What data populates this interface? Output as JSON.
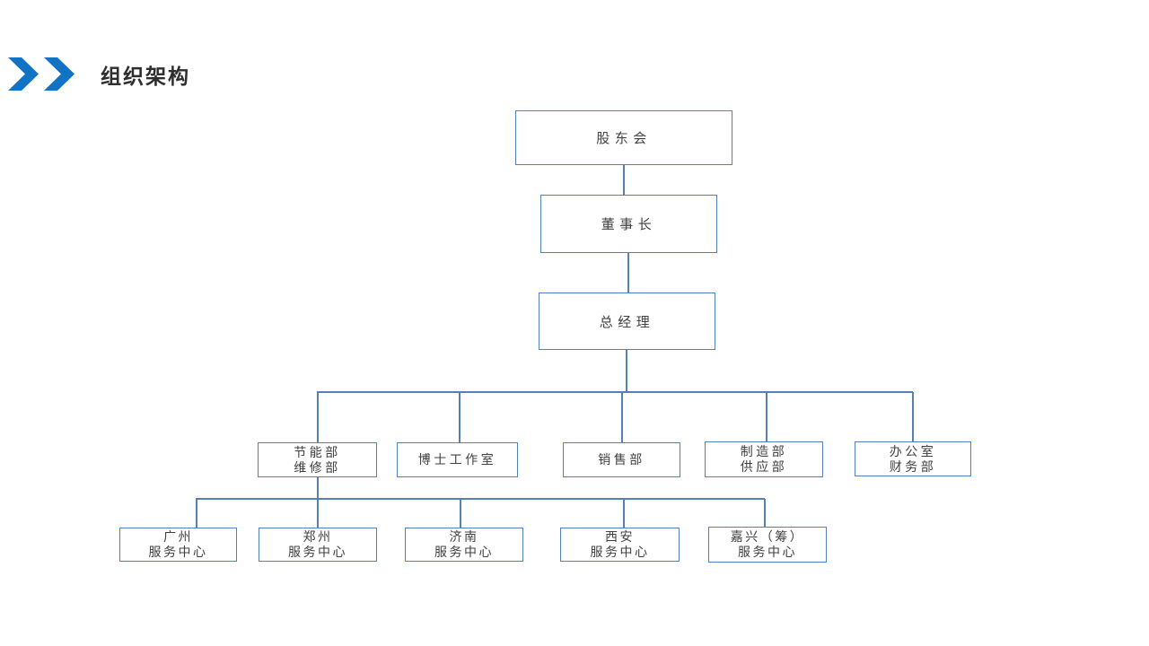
{
  "slide": {
    "header": {
      "title": "组织架构"
    },
    "colors": {
      "accent": "#1273c4",
      "box_border": "#4f81bd",
      "connector": "#5580b3",
      "title_text": "#2e2e2e",
      "node_text": "#404040",
      "background": "#ffffff"
    },
    "org_chart": {
      "nodes": {
        "shareholders": {
          "label": "股东会",
          "level": 1
        },
        "chairman": {
          "label": "董事长",
          "level": 2
        },
        "general_manager": {
          "label": "总经理",
          "level": 3
        },
        "energy_maintenance": {
          "line1": "节能部",
          "line2": "维修部",
          "level": 4
        },
        "doctor_studio": {
          "label": "博士工作室",
          "level": 4
        },
        "sales": {
          "label": "销售部",
          "level": 4
        },
        "manufacturing_supply": {
          "line1": "制造部",
          "line2": "供应部",
          "level": 4
        },
        "office_finance": {
          "line1": "办公室",
          "line2": "财务部",
          "level": 4
        },
        "service_guangzhou": {
          "line1": "广州",
          "line2": "服务中心",
          "level": 5
        },
        "service_zhengzhou": {
          "line1": "郑州",
          "line2": "服务中心",
          "level": 5
        },
        "service_jinan": {
          "line1": "济南",
          "line2": "服务中心",
          "level": 5
        },
        "service_xian": {
          "line1": "西安",
          "line2": "服务中心",
          "level": 5
        },
        "service_jiaxing": {
          "line1": "嘉兴（筹）",
          "line2": "服务中心",
          "level": 5
        }
      }
    }
  }
}
